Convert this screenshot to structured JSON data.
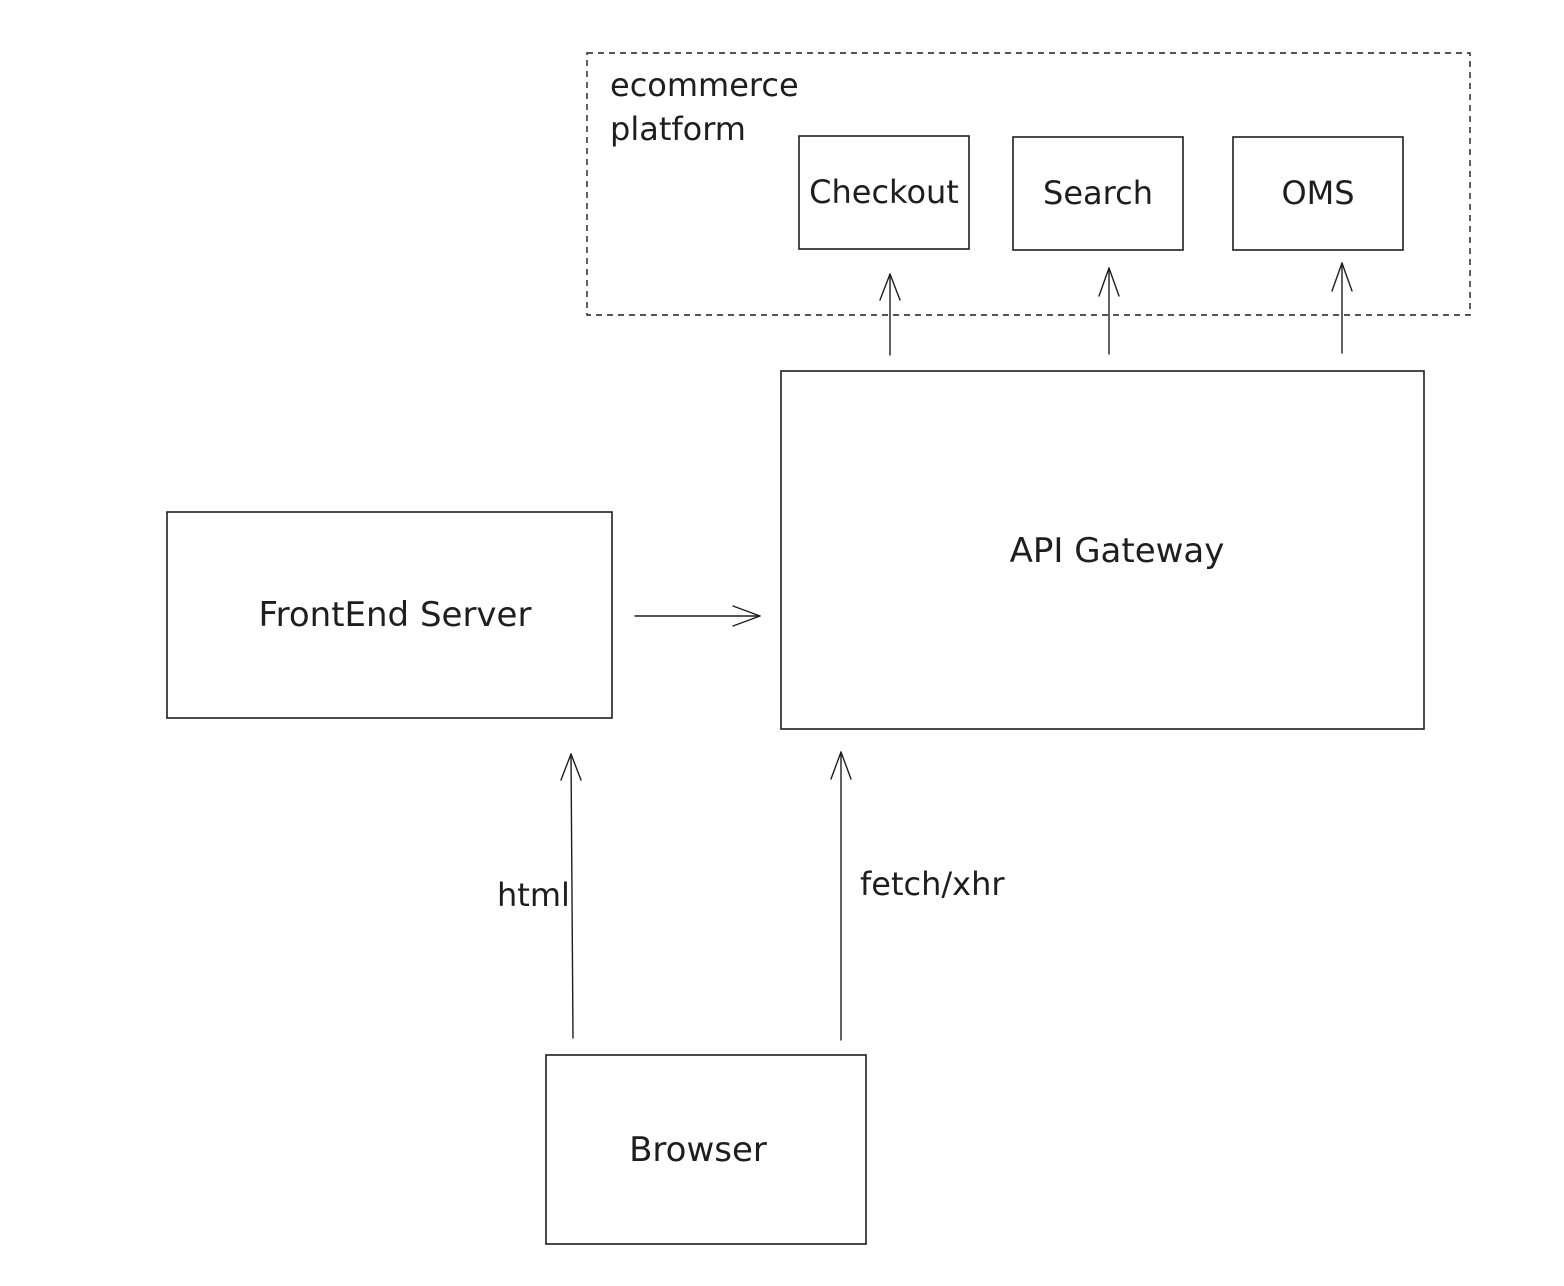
{
  "diagram": {
    "group": {
      "label_line1": "ecommerce",
      "label_line2": "platform"
    },
    "nodes": {
      "checkout": "Checkout",
      "search": "Search",
      "oms": "OMS",
      "api_gateway": "API Gateway",
      "frontend_server": "FrontEnd Server",
      "browser": "Browser"
    },
    "edges": {
      "browser_to_frontend": "html",
      "browser_to_gateway": "fetch/xhr"
    }
  }
}
